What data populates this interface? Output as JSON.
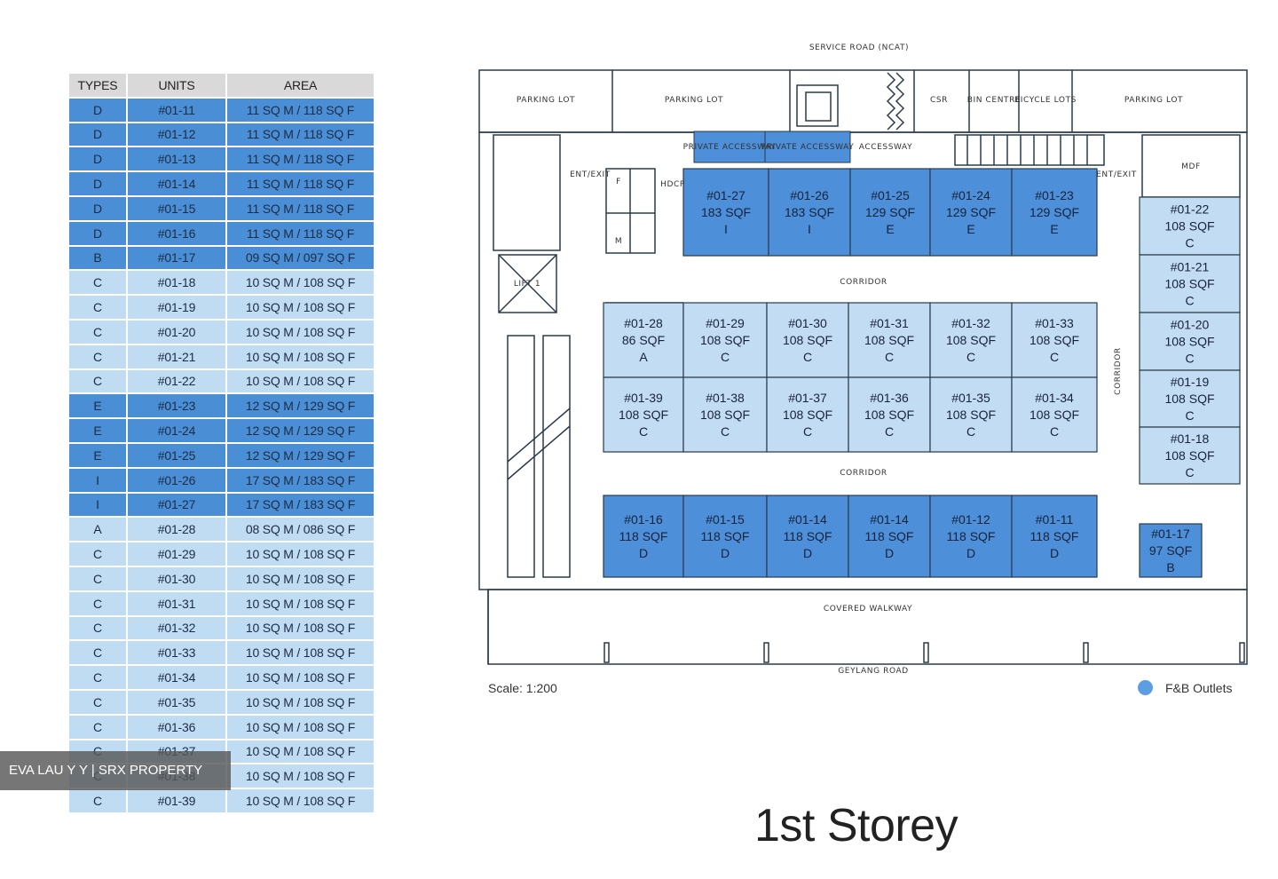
{
  "table": {
    "headers": [
      "TYPES",
      "UNITS",
      "AREA"
    ],
    "rows": [
      {
        "type": "D",
        "unit": "#01-11",
        "area": "11 SQ M / 118 SQ F",
        "shade": "dark"
      },
      {
        "type": "D",
        "unit": "#01-12",
        "area": "11 SQ M / 118 SQ F",
        "shade": "dark"
      },
      {
        "type": "D",
        "unit": "#01-13",
        "area": "11 SQ M / 118 SQ F",
        "shade": "dark"
      },
      {
        "type": "D",
        "unit": "#01-14",
        "area": "11 SQ M / 118 SQ F",
        "shade": "dark"
      },
      {
        "type": "D",
        "unit": "#01-15",
        "area": "11 SQ M / 118 SQ F",
        "shade": "dark"
      },
      {
        "type": "D",
        "unit": "#01-16",
        "area": "11 SQ M / 118 SQ F",
        "shade": "dark"
      },
      {
        "type": "B",
        "unit": "#01-17",
        "area": "09 SQ M / 097 SQ F",
        "shade": "dark"
      },
      {
        "type": "C",
        "unit": "#01-18",
        "area": "10 SQ M / 108 SQ F",
        "shade": "light"
      },
      {
        "type": "C",
        "unit": "#01-19",
        "area": "10 SQ M / 108 SQ F",
        "shade": "light"
      },
      {
        "type": "C",
        "unit": "#01-20",
        "area": "10 SQ M / 108 SQ F",
        "shade": "light"
      },
      {
        "type": "C",
        "unit": "#01-21",
        "area": "10 SQ M / 108 SQ F",
        "shade": "light"
      },
      {
        "type": "C",
        "unit": "#01-22",
        "area": "10 SQ M / 108 SQ F",
        "shade": "light"
      },
      {
        "type": "E",
        "unit": "#01-23",
        "area": "12 SQ M / 129 SQ F",
        "shade": "dark"
      },
      {
        "type": "E",
        "unit": "#01-24",
        "area": "12 SQ M / 129 SQ F",
        "shade": "dark"
      },
      {
        "type": "E",
        "unit": "#01-25",
        "area": "12 SQ M / 129 SQ F",
        "shade": "dark"
      },
      {
        "type": "I",
        "unit": "#01-26",
        "area": "17 SQ M / 183 SQ F",
        "shade": "dark"
      },
      {
        "type": "I",
        "unit": "#01-27",
        "area": "17 SQ M / 183 SQ F",
        "shade": "dark"
      },
      {
        "type": "A",
        "unit": "#01-28",
        "area": "08 SQ M / 086 SQ F",
        "shade": "light"
      },
      {
        "type": "C",
        "unit": "#01-29",
        "area": "10 SQ M / 108 SQ F",
        "shade": "light"
      },
      {
        "type": "C",
        "unit": "#01-30",
        "area": "10 SQ M / 108 SQ F",
        "shade": "light"
      },
      {
        "type": "C",
        "unit": "#01-31",
        "area": "10 SQ M / 108 SQ F",
        "shade": "light"
      },
      {
        "type": "C",
        "unit": "#01-32",
        "area": "10 SQ M / 108 SQ F",
        "shade": "light"
      },
      {
        "type": "C",
        "unit": "#01-33",
        "area": "10 SQ M / 108 SQ F",
        "shade": "light"
      },
      {
        "type": "C",
        "unit": "#01-34",
        "area": "10 SQ M / 108 SQ F",
        "shade": "light"
      },
      {
        "type": "C",
        "unit": "#01-35",
        "area": "10 SQ M / 108 SQ F",
        "shade": "light"
      },
      {
        "type": "C",
        "unit": "#01-36",
        "area": "10 SQ M / 108 SQ F",
        "shade": "light"
      },
      {
        "type": "C",
        "unit": "#01-37",
        "area": "10 SQ M / 108 SQ F",
        "shade": "light"
      },
      {
        "type": "C",
        "unit": "#01-38",
        "area": "10 SQ M / 108 SQ F",
        "shade": "light"
      },
      {
        "type": "C",
        "unit": "#01-39",
        "area": "10 SQ M / 108 SQ F",
        "shade": "light"
      }
    ]
  },
  "watermark": "EVA LAU Y Y | SRX PROPERTY",
  "plan": {
    "labels": {
      "service_road": "SERVICE ROAD (NCAT)",
      "parking_lot": "PARKING LOT",
      "csr": "CSR",
      "bin_centre": "BIN CENTRE",
      "bicycle_lots": "BICYCLE LOTS",
      "private_accessway": "PRIVATE ACCESSWAY",
      "accessway": "ACCESSWAY",
      "mdf": "MDF",
      "hdcp": "HDCP",
      "ent_exit": "ENT/EXIT",
      "lift": "LIFT 1",
      "corridor": "CORRIDOR",
      "covered_walkway": "COVERED WALKWAY",
      "geylang_road": "GEYLANG ROAD",
      "f_symbol": "F",
      "m_symbol": "M"
    },
    "top_units": [
      {
        "no": "#01-27",
        "area": "183 SQF",
        "type": "I"
      },
      {
        "no": "#01-26",
        "area": "183 SQF",
        "type": "I"
      },
      {
        "no": "#01-25",
        "area": "129 SQF",
        "type": "E"
      },
      {
        "no": "#01-24",
        "area": "129 SQF",
        "type": "E"
      },
      {
        "no": "#01-23",
        "area": "129 SQF",
        "type": "E"
      }
    ],
    "middle_row1": [
      {
        "no": "#01-28",
        "area": "86 SQF",
        "type": "A"
      },
      {
        "no": "#01-29",
        "area": "108 SQF",
        "type": "C"
      },
      {
        "no": "#01-30",
        "area": "108 SQF",
        "type": "C"
      },
      {
        "no": "#01-31",
        "area": "108 SQF",
        "type": "C"
      },
      {
        "no": "#01-32",
        "area": "108 SQF",
        "type": "C"
      },
      {
        "no": "#01-33",
        "area": "108 SQF",
        "type": "C"
      }
    ],
    "middle_row2": [
      {
        "no": "#01-39",
        "area": "108 SQF",
        "type": "C"
      },
      {
        "no": "#01-38",
        "area": "108 SQF",
        "type": "C"
      },
      {
        "no": "#01-37",
        "area": "108 SQF",
        "type": "C"
      },
      {
        "no": "#01-36",
        "area": "108 SQF",
        "type": "C"
      },
      {
        "no": "#01-35",
        "area": "108 SQF",
        "type": "C"
      },
      {
        "no": "#01-34",
        "area": "108 SQF",
        "type": "C"
      }
    ],
    "right_units": [
      {
        "no": "#01-22",
        "area": "108 SQF",
        "type": "C"
      },
      {
        "no": "#01-21",
        "area": "108 SQF",
        "type": "C"
      },
      {
        "no": "#01-20",
        "area": "108 SQF",
        "type": "C"
      },
      {
        "no": "#01-19",
        "area": "108 SQF",
        "type": "C"
      },
      {
        "no": "#01-18",
        "area": "108 SQF",
        "type": "C"
      }
    ],
    "bottom_units": [
      {
        "no": "#01-16",
        "area": "118 SQF",
        "type": "D"
      },
      {
        "no": "#01-15",
        "area": "118 SQF",
        "type": "D"
      },
      {
        "no": "#01-14",
        "area": "118 SQF",
        "type": "D"
      },
      {
        "no": "#01-14",
        "area": "118 SQF",
        "type": "D"
      },
      {
        "no": "#01-12",
        "area": "118 SQF",
        "type": "D"
      },
      {
        "no": "#01-11",
        "area": "118 SQF",
        "type": "D"
      }
    ],
    "corner_unit": {
      "no": "#01-17",
      "area": "97 SQF",
      "type": "B"
    },
    "colors": {
      "dark": "#4d8fd8",
      "light": "#c2dcf3",
      "line": "#2a3a4a"
    }
  },
  "scale": "Scale: 1:200",
  "legend": "F&B Outlets",
  "storey_title": "1st Storey"
}
